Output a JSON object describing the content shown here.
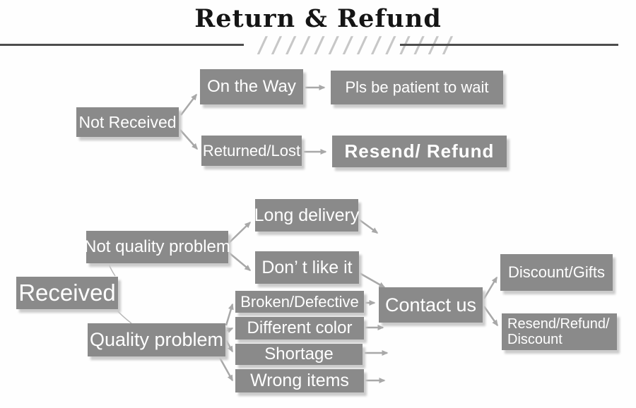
{
  "header": {
    "title": "Return & Refund",
    "slashes": "//////////////"
  },
  "colors": {
    "box_gray": "#8a8a8a",
    "box_text": "#ffffff",
    "arrow_gray": "#a8a8a8",
    "divider_dark": "#4d4d4d",
    "slashes_gray": "#c7c7c7",
    "title_black": "#151515"
  },
  "nodes": {
    "not_received": "Not Received",
    "on_the_way": "On the Way",
    "pls_wait": "Pls be patient to wait",
    "returned_lost": "Returned/Lost",
    "resend_refund": "Resend/ Refund",
    "received": "Received",
    "not_quality_problem": "Not quality problem",
    "long_delivery": "Long delivery",
    "dont_like_it": "Don’ t like it",
    "quality_problem": "Quality problem",
    "broken_defective": "Broken/Defective",
    "different_color": "Different color",
    "shortage": "Shortage",
    "wrong_items": "Wrong items",
    "contact_us": "Contact us",
    "discount_gifts": "Discount/Gifts",
    "resend_refund_discount_line1": "Resend/Refund/",
    "resend_refund_discount_line2": "Discount"
  }
}
